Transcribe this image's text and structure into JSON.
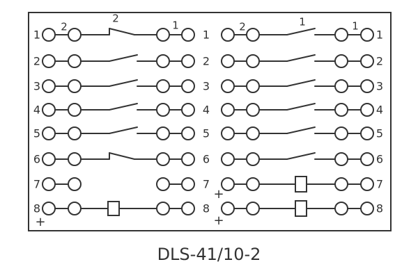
{
  "caption": "DLS-41/10-2",
  "colors": {
    "stroke": "#333333",
    "text": "#333333",
    "background": "#ffffff"
  },
  "left_panel": {
    "row_labels": [
      "1",
      "2",
      "3",
      "4",
      "5",
      "6",
      "7",
      "8"
    ],
    "mid_labels": [
      "1",
      "2",
      "3",
      "4",
      "5",
      "6",
      "7",
      "8"
    ],
    "annotations": {
      "top_left": "2",
      "top_mid": "2",
      "top_right": "1",
      "plus": "+"
    },
    "contacts": [
      {
        "row": 1,
        "kind": "hook"
      },
      {
        "row": 2,
        "kind": "switch"
      },
      {
        "row": 3,
        "kind": "switch"
      },
      {
        "row": 4,
        "kind": "switch"
      },
      {
        "row": 5,
        "kind": "switch"
      },
      {
        "row": 6,
        "kind": "hook"
      },
      {
        "row": 7,
        "kind": "none"
      },
      {
        "row": 8,
        "kind": "coil"
      }
    ]
  },
  "right_panel": {
    "row_labels": [
      "1",
      "2",
      "3",
      "4",
      "5",
      "6",
      "7",
      "8"
    ],
    "annotations": {
      "top_left": "2",
      "top_mid": "1",
      "top_right": "1",
      "plus_7": "+",
      "plus_8": "+"
    },
    "contacts": [
      {
        "row": 1,
        "kind": "switch"
      },
      {
        "row": 2,
        "kind": "switch"
      },
      {
        "row": 3,
        "kind": "switch"
      },
      {
        "row": 4,
        "kind": "switch"
      },
      {
        "row": 5,
        "kind": "switch"
      },
      {
        "row": 6,
        "kind": "switch"
      },
      {
        "row": 7,
        "kind": "coil"
      },
      {
        "row": 8,
        "kind": "coil"
      }
    ]
  }
}
